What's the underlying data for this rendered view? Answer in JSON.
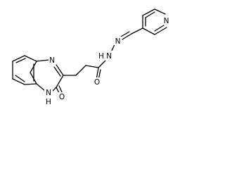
{
  "molecule": {
    "atoms": {
      "pyridine_n": "N",
      "hydrazone_n": "N",
      "hydrazide_nh": "N",
      "hydrazide_h": "H",
      "amide_o": "O",
      "quinoxaline_n4": "N",
      "quinoxaline_o": "O",
      "quinoxaline_n1": "N",
      "quinoxaline_h": "H"
    }
  }
}
